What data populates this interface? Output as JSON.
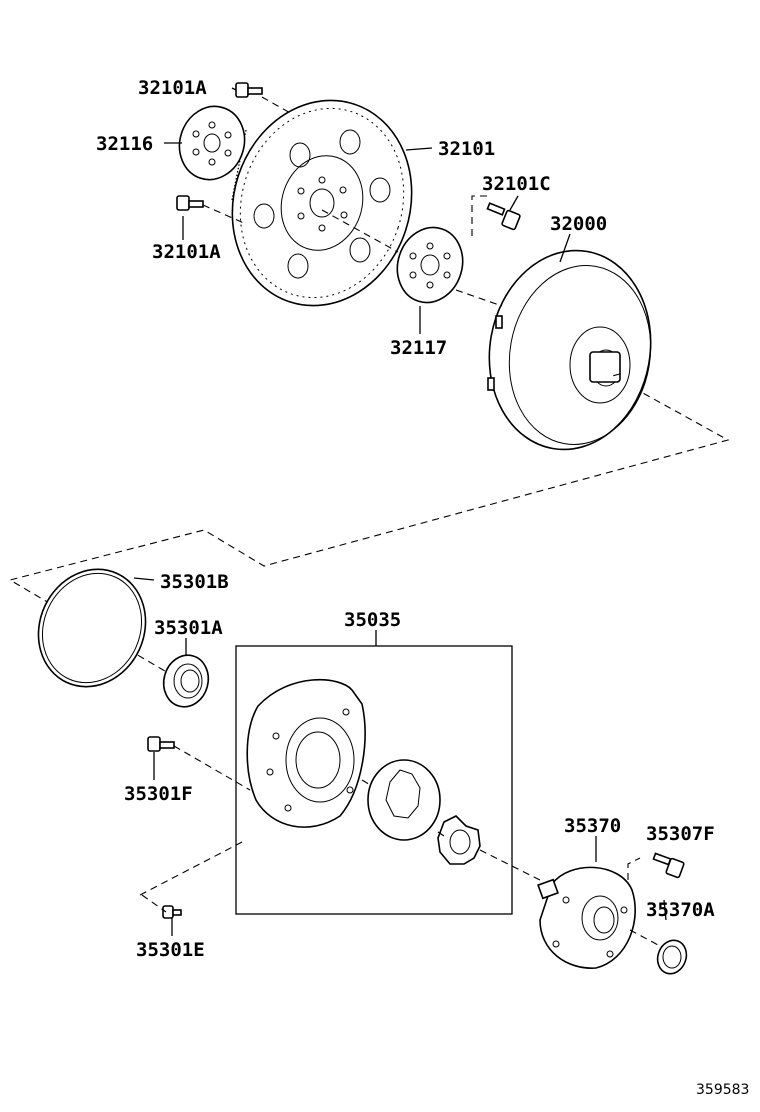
{
  "labels": {
    "p32101A_top": "32101A",
    "p32116": "32116",
    "p32101": "32101",
    "p32101C": "32101C",
    "p32000": "32000",
    "p32101A_bot": "32101A",
    "p32117": "32117",
    "p35301B": "35301B",
    "p35035": "35035",
    "p35301A": "35301A",
    "p35301F": "35301F",
    "p35370": "35370",
    "p35307F": "35307F",
    "p35370A": "35370A",
    "p35301E": "35301E"
  },
  "diagram_ref": "359583"
}
